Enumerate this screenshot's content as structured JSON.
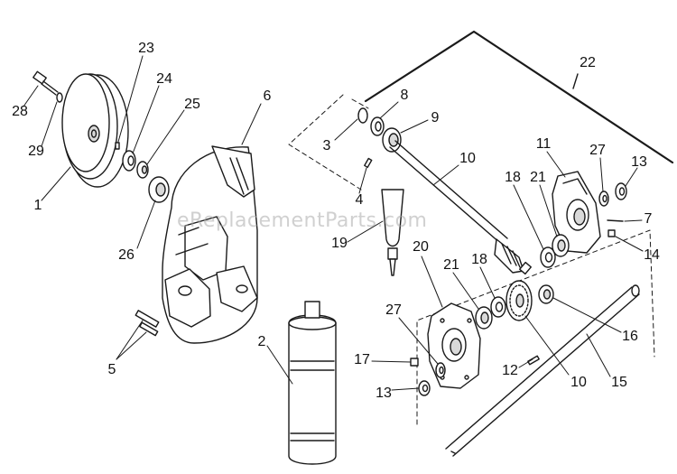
{
  "watermark": "eReplacementParts.com",
  "colors": {
    "line": "#1a1a1a",
    "fill": "#ffffff",
    "shade": "#d9d9d9",
    "watermark": "#aaaaaa"
  },
  "labels": {
    "l1": "1",
    "l2": "2",
    "l3": "3",
    "l4": "4",
    "l5": "5",
    "l6": "6",
    "l7": "7",
    "l8": "8",
    "l9": "9",
    "l10a": "10",
    "l10b": "10",
    "l11": "11",
    "l12": "12",
    "l13a": "13",
    "l13b": "13",
    "l14": "14",
    "l15": "15",
    "l16": "16",
    "l17": "17",
    "l18a": "18",
    "l18b": "18",
    "l19": "19",
    "l20": "20",
    "l21a": "21",
    "l21b": "21",
    "l22": "22",
    "l23": "23",
    "l24": "24",
    "l25": "25",
    "l26": "26",
    "l27a": "27",
    "l27b": "27",
    "l28": "28",
    "l29": "29"
  }
}
